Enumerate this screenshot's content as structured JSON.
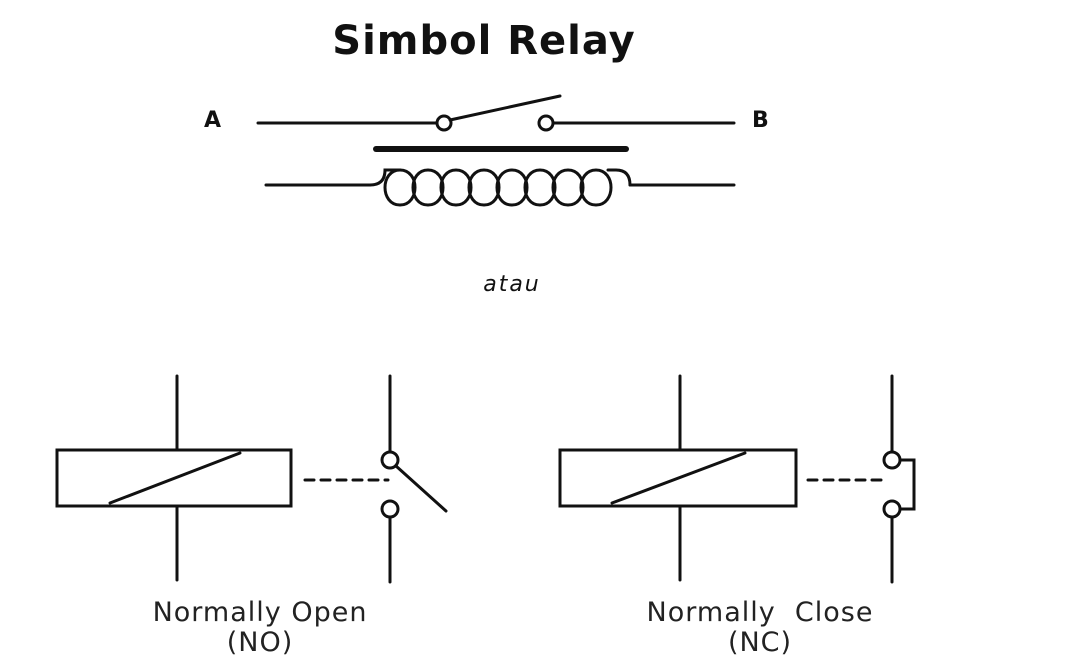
{
  "title": "Simbol Relay",
  "top_symbol": {
    "label_a": "A",
    "label_b": "B"
  },
  "separator": "atau",
  "no_symbol": {
    "caption_line1": "Normally Open",
    "caption_line2": "(NO)"
  },
  "nc_symbol": {
    "caption_line1": "Normally  Close",
    "caption_line2": "(NC)"
  },
  "colors": {
    "stroke": "#111111",
    "background": "#ffffff"
  }
}
